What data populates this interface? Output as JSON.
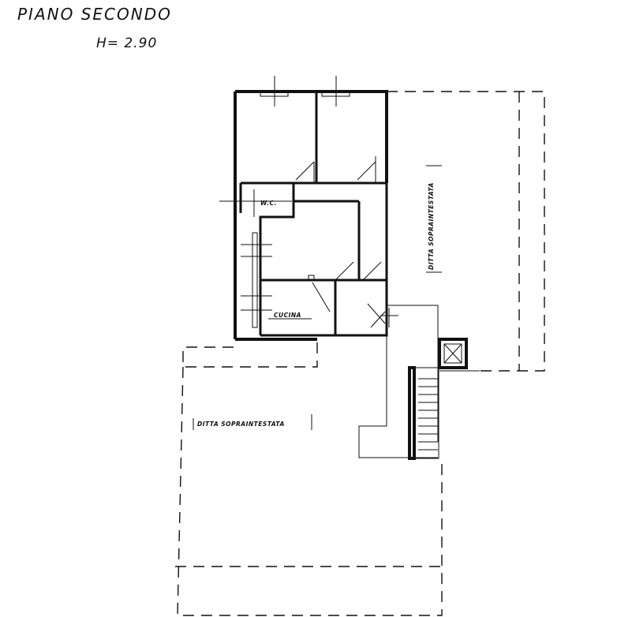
{
  "drawing": {
    "title": "PIANO SECONDO",
    "height_label": "H= 2.90"
  },
  "rooms": {
    "wc_label": "W.C.",
    "kitchen_label": "CUCINA"
  },
  "adjacent": {
    "east_label": "DITTA SOPRAINTESTATA",
    "south_label": "DITTA SOPRAINTESTATA"
  },
  "colors": {
    "ink": "#111111",
    "paper": "#ffffff"
  }
}
